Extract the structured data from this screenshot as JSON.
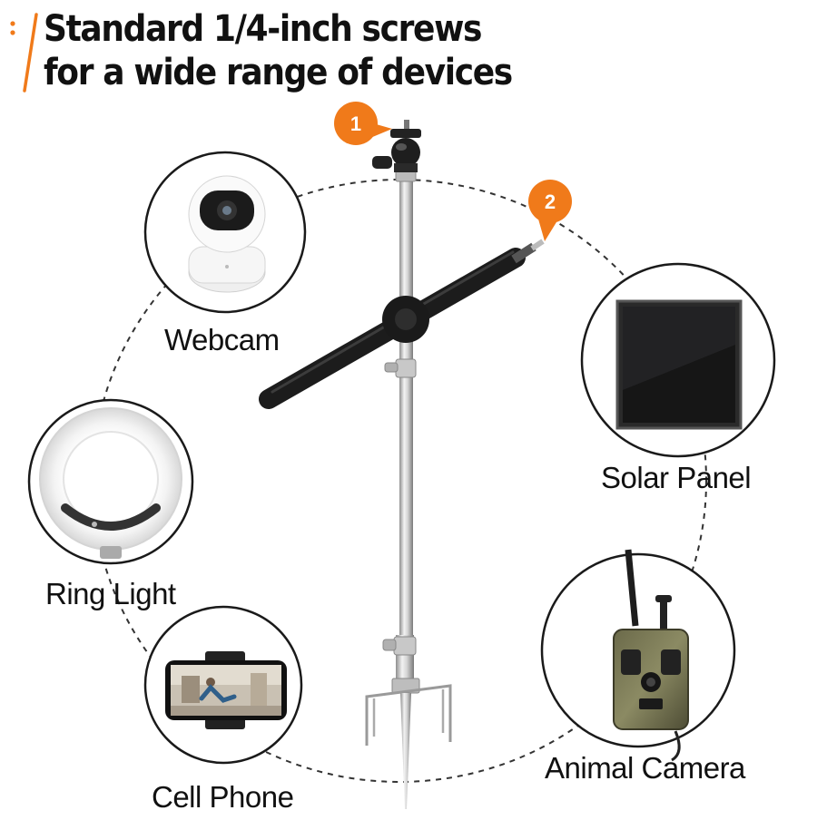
{
  "header": {
    "line1": "Standard 1/4-inch screws",
    "line2": "for a wide range of devices"
  },
  "badges": [
    "1",
    "2"
  ],
  "devices": [
    {
      "id": "webcam",
      "label": "Webcam"
    },
    {
      "id": "solar-panel",
      "label": "Solar Panel"
    },
    {
      "id": "ring-light",
      "label": "Ring Light"
    },
    {
      "id": "animal-camera",
      "label": "Animal Camera"
    },
    {
      "id": "cell-phone",
      "label": "Cell Phone"
    }
  ],
  "colors": {
    "accent": "#f07a1a",
    "text": "#111111",
    "pole": "#c8c8c8",
    "arm": "#1c1c1c",
    "circle-border": "#1a1a1a",
    "dashed-ring": "#333333"
  },
  "icons": [
    "stake-pole",
    "tripod-ball-head",
    "boom-arm",
    "webcam-device",
    "solar-panel-device",
    "ring-light-device",
    "phone-holder-device",
    "trail-camera-device"
  ]
}
